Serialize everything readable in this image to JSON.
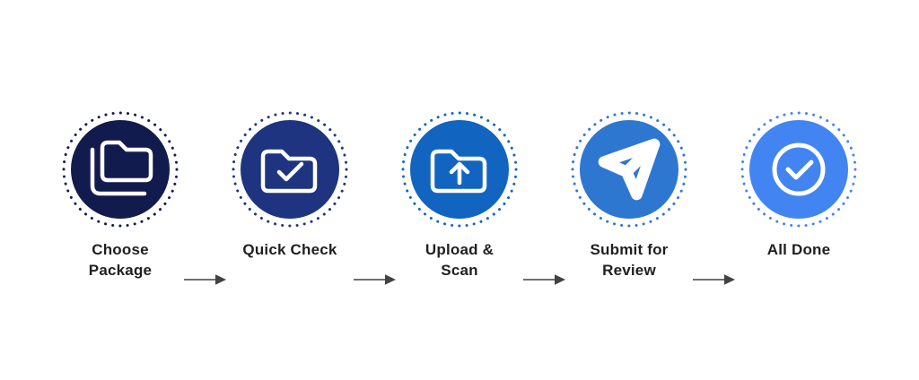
{
  "page": {
    "background": "#ffffff"
  },
  "flow": {
    "title": "process-steps",
    "arrow_color": "#424242",
    "icon_stroke": "#ffffff",
    "label_color": "#1f1f1f",
    "steps": [
      {
        "label": "Choose\nPackage",
        "icon": "copy-folder-icon",
        "color": "#121b4d"
      },
      {
        "label": "Quick Check",
        "icon": "folder-check-icon",
        "color": "#1e3480"
      },
      {
        "label": "Upload &\nScan",
        "icon": "folder-upload-icon",
        "color": "#1165c0"
      },
      {
        "label": "Submit for\nReview",
        "icon": "paper-plane-icon",
        "color": "#2e77d0"
      },
      {
        "label": "All Done",
        "icon": "check-circle-icon",
        "color": "#4285f2"
      }
    ]
  }
}
